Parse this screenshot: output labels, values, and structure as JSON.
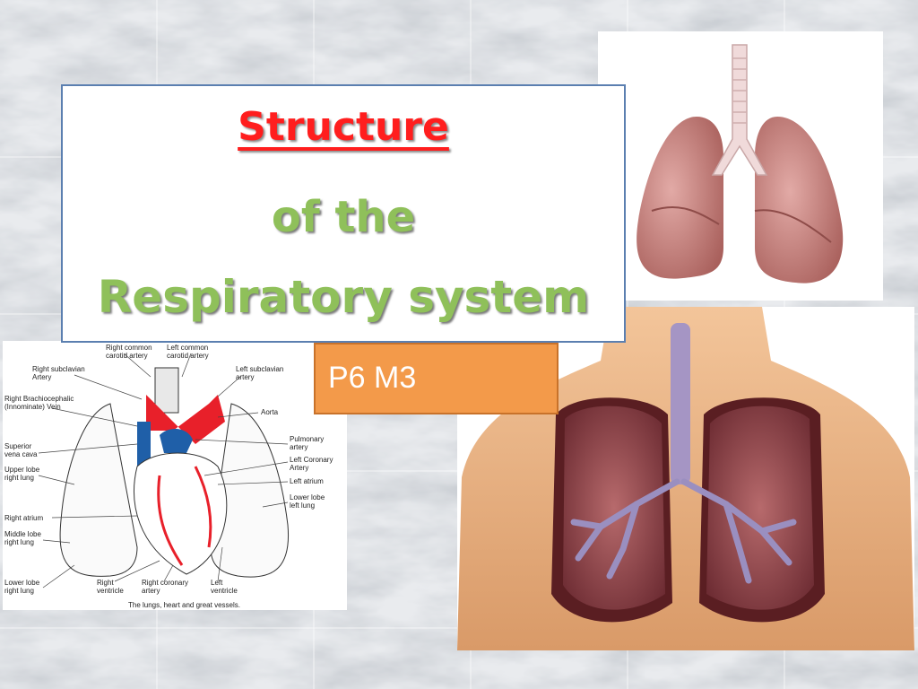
{
  "title": {
    "line1": "Structure",
    "line2": "of the",
    "line3": "Respiratory system"
  },
  "badge": {
    "text": "P6 M3"
  },
  "colors": {
    "title_red": "#ff1e1e",
    "title_green": "#8fc05a",
    "badge_orange": "#f39a4a",
    "box_border": "#5b7fb0"
  },
  "diagram": {
    "caption": "The lungs, heart and great vessels.",
    "labels": {
      "right_common_carotid": "Right common carotid artery",
      "left_common_carotid": "Left common carotid artery",
      "right_subclavian": "Right subclavian Artery",
      "left_subclavian": "Left subclavian artery",
      "right_brachiocephalic": "Right Brachiocephalic (Innominate) Vein",
      "aorta": "Aorta",
      "superior_vena_cava": "Superior vena cava",
      "pulmonary_artery": "Pulmonary artery",
      "left_coronary": "Left Coronary Artery",
      "upper_lobe": "Upper lobe right lung",
      "left_atrium": "Left atrium",
      "lower_lobe_left": "Lower lobe left lung",
      "right_atrium": "Right atrium",
      "middle_lobe": "Middle lobe right lung",
      "lower_lobe_right": "Lower lobe right lung",
      "right_ventricle": "Right ventricle",
      "right_coronary": "Right coronary artery",
      "left_ventricle": "Left ventricle"
    }
  }
}
